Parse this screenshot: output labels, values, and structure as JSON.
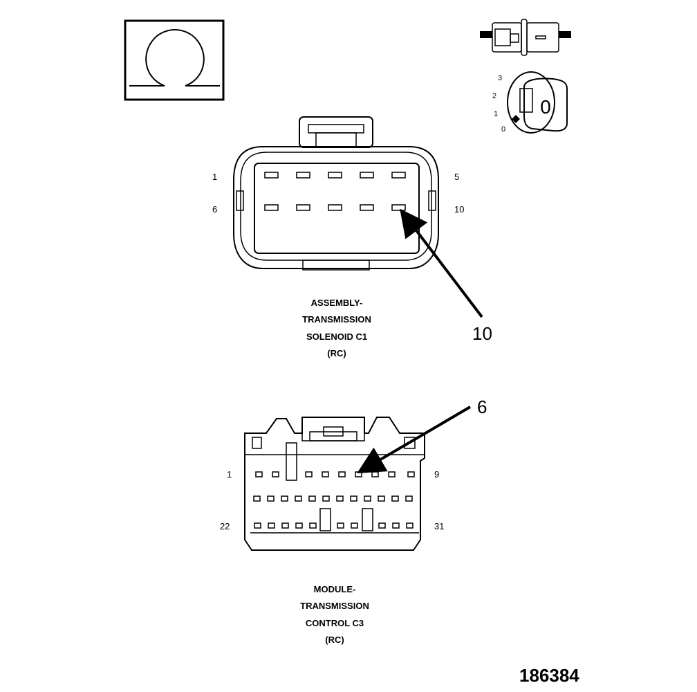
{
  "ohmmeter_symbol": "Ω",
  "switch_icon": {
    "positions": [
      "3",
      "2",
      "1",
      "0"
    ],
    "knob_label": "0"
  },
  "connector_c1": {
    "pin_labels": {
      "top_left": "1",
      "top_right": "5",
      "bottom_left": "6",
      "bottom_right": "10"
    },
    "callout": "10",
    "caption": [
      "ASSEMBLY-",
      "TRANSMISSION",
      "SOLENOID C1",
      "(RC)"
    ]
  },
  "connector_c3": {
    "pin_labels": {
      "top_left": "1",
      "top_right": "9",
      "bottom_left": "22",
      "bottom_right": "31"
    },
    "callout": "6",
    "caption": [
      "MODULE-",
      "TRANSMISSION",
      "CONTROL C3",
      "(RC)"
    ]
  },
  "figure_id": "186384"
}
